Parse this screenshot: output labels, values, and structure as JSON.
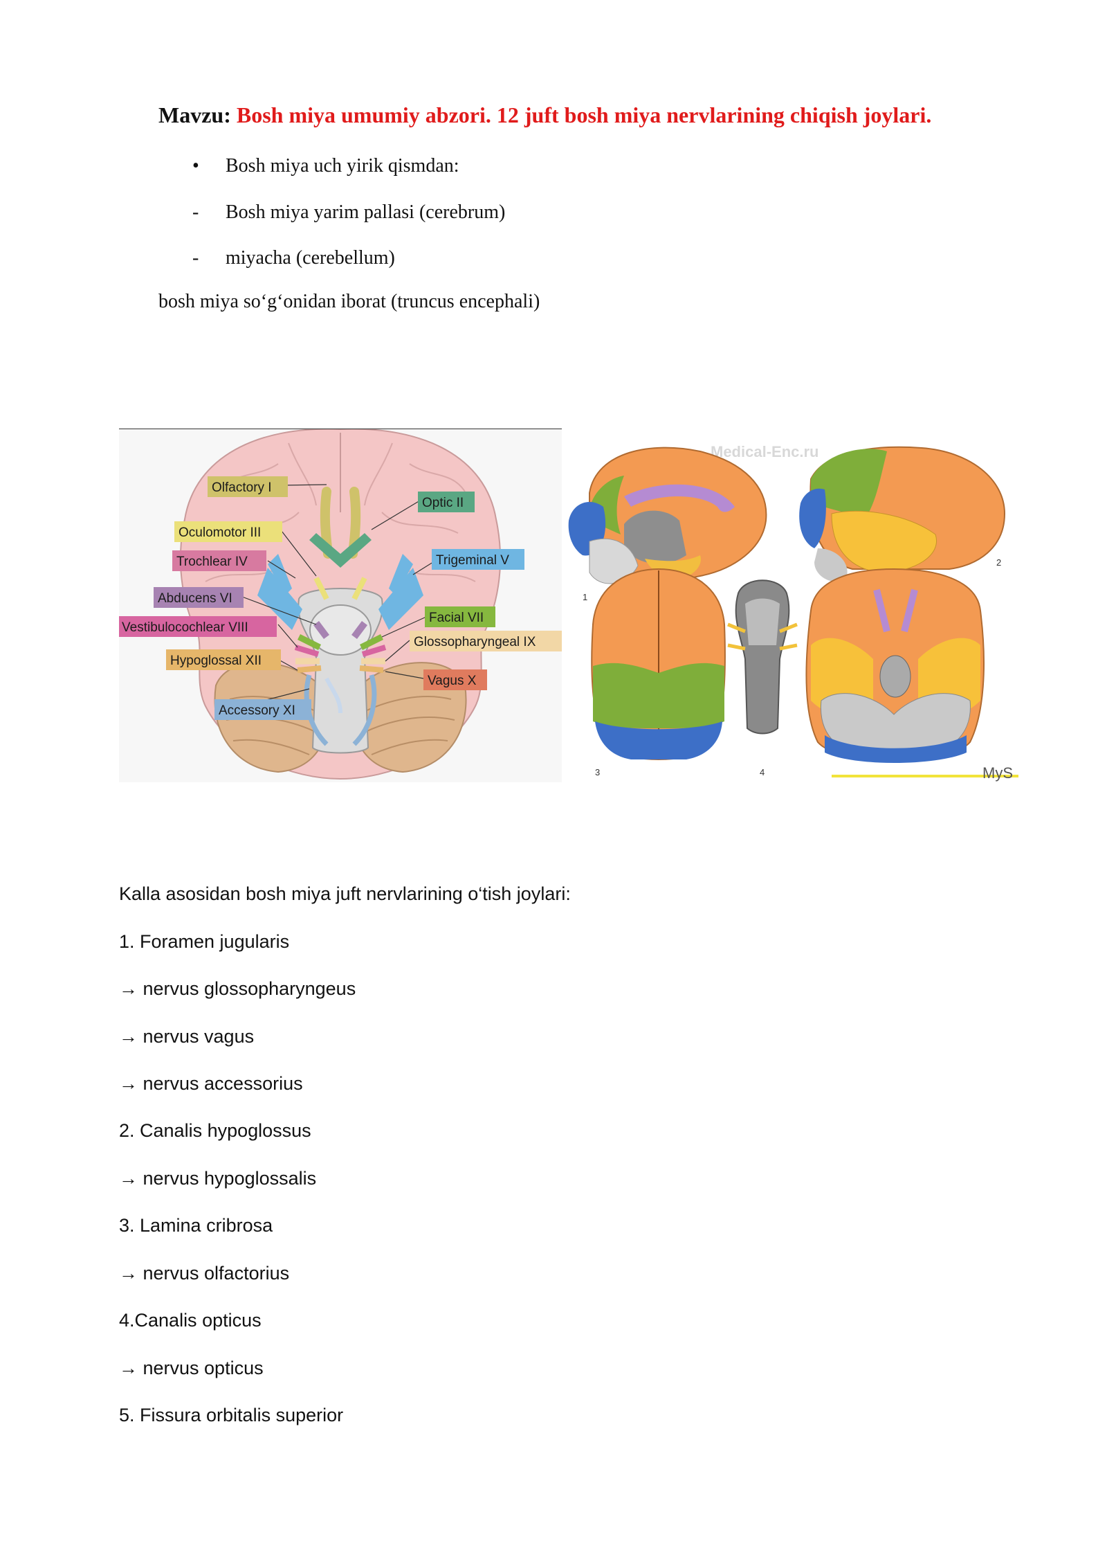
{
  "header": {
    "label": "Mavzu:",
    "topic": "Bosh miya umumiy abzori. 12 juft bosh miya nervlarining chiqish joylari."
  },
  "intro": {
    "bullet_mark": "•",
    "dash_mark": "-",
    "bullet": "Bosh miya uch yirik qismdan:",
    "parts": [
      "Bosh miya yarim pallasi  (cerebrum)",
      "miyacha  (cerebellum)"
    ],
    "closing": "bosh miya so‘g‘onidan iborat  (truncus encephali)"
  },
  "figure_left": {
    "labels": [
      "Olfactory I",
      "Optic II",
      "Oculomotor III",
      "Trochlear IV",
      "Trigeminal V",
      "Abducens VI",
      "Facial VII",
      "Vestibulocochlear VIII",
      "Glossopharyngeal IX",
      "Hypoglossal XII",
      "Vagus X",
      "Accessory XI"
    ],
    "colors": {
      "olfactory": "#cfc26a",
      "optic": "#5aa783",
      "oculomotor": "#ebe07a",
      "trochlear": "#d77aa0",
      "trigeminal": "#6fb6e2",
      "abducens": "#a783b2",
      "facial": "#86b83f",
      "vestibulocochlear": "#d765a0",
      "glossopharyngeal": "#f2d7a6",
      "hypoglossal": "#e6b66a",
      "vagus": "#e07b5e",
      "accessory": "#8cb2d6"
    }
  },
  "figure_right": {
    "watermark": "Medical-Enc.ru",
    "panel_numbers": [
      "1",
      "2",
      "3",
      "4"
    ],
    "corner_mark": "MyS"
  },
  "list": {
    "heading": "Kalla asosidan bosh miya juft nervlarining o‘tish joylari:",
    "items": [
      "1. Foramen jugularis",
      "→ nervus glossopharyngeus",
      "→ nervus vagus",
      "→ nervus accessorius",
      "2. Canalis hypoglossus",
      "→ nervus hypoglossalis",
      "3. Lamina cribrosa",
      "→ nervus olfactorius",
      "4.Canalis opticus",
      "→ nervus opticus",
      "5. Fissura orbitalis superior"
    ]
  }
}
